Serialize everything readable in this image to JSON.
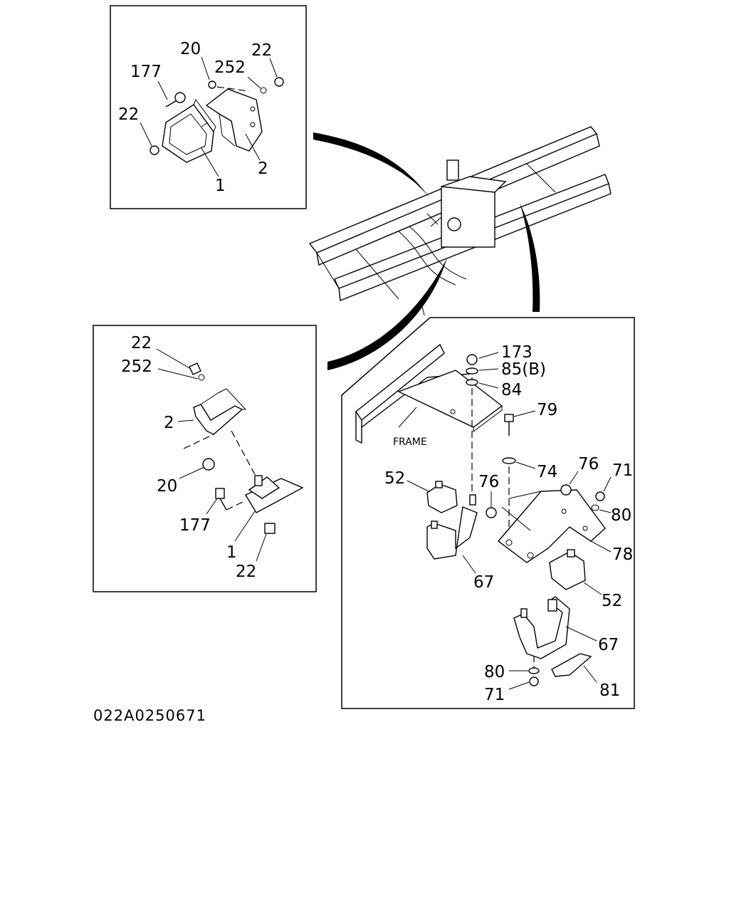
{
  "diagram": {
    "drawing_code": "022A0250671",
    "frame_label": "FRAME",
    "callouts": {
      "top_inset": [
        "20",
        "22",
        "177",
        "252",
        "22",
        "2",
        "1"
      ],
      "left_inset": [
        "22",
        "252",
        "2",
        "20",
        "177",
        "1",
        "22"
      ],
      "main_detail": [
        "173",
        "85(B)",
        "84",
        "79",
        "74",
        "76",
        "71",
        "52",
        "76",
        "80",
        "78",
        "52",
        "67",
        "67",
        "80",
        "71",
        "81"
      ]
    }
  }
}
